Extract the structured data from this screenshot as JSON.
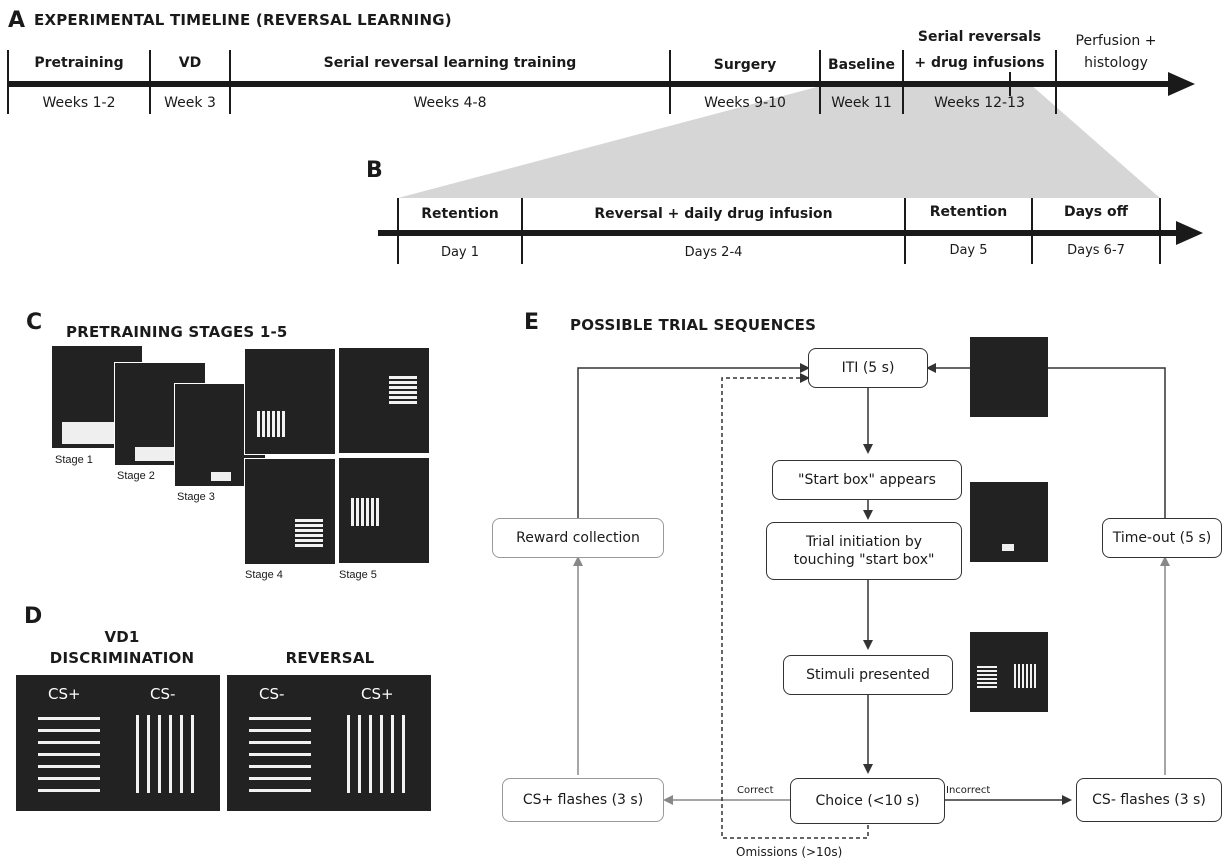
{
  "panel_a": {
    "letter": "A",
    "title": "EXPERIMENTAL TIMELINE (REVERSAL LEARNING)",
    "segments": [
      {
        "label": "Pretraining",
        "duration": "Weeks 1-2"
      },
      {
        "label": "VD",
        "duration": "Week 3"
      },
      {
        "label": "Serial reversal learning training",
        "duration": "Weeks 4-8"
      },
      {
        "label": "Surgery",
        "duration": "Weeks 9-10"
      },
      {
        "label": "Baseline",
        "duration": "Week 11"
      },
      {
        "label_line1": "Serial reversals",
        "label_line2": "+ drug infusions",
        "duration": "Weeks 12-13"
      },
      {
        "label_line1": "Perfusion +",
        "label_line2": "histology"
      }
    ]
  },
  "panel_b": {
    "letter": "B",
    "segments": [
      {
        "label": "Retention",
        "duration": "Day 1"
      },
      {
        "label": "Reversal + daily drug infusion",
        "duration": "Days 2-4"
      },
      {
        "label": "Retention",
        "duration": "Day 5"
      },
      {
        "label": "Days off",
        "duration": "Days 6-7"
      }
    ]
  },
  "panel_c": {
    "letter": "C",
    "title": "PRETRAINING STAGES 1-5",
    "stages": [
      "Stage 1",
      "Stage 2",
      "Stage 3",
      "Stage 4",
      "Stage 5"
    ]
  },
  "panel_d": {
    "letter": "D",
    "vd1_title_line1": "VD1",
    "vd1_title_line2": "DISCRIMINATION",
    "reversal_title": "REVERSAL",
    "vd1_labels": [
      "CS+",
      "CS-"
    ],
    "reversal_labels": [
      "CS-",
      "CS+"
    ]
  },
  "panel_e": {
    "letter": "E",
    "title": "POSSIBLE TRIAL SEQUENCES",
    "iti": "ITI (5 s)",
    "start_box": "\"Start box\" appears",
    "initiation_line1": "Trial initiation by",
    "initiation_line2": "touching \"start box\"",
    "stimuli": "Stimuli presented",
    "choice": "Choice (<10 s)",
    "reward": "Reward collection",
    "timeout": "Time-out (5 s)",
    "cs_plus": "CS+ flashes (3 s)",
    "cs_minus": "CS- flashes (3 s)",
    "correct": "Correct",
    "incorrect": "Incorrect",
    "omissions": "Omissions (>10s)"
  }
}
